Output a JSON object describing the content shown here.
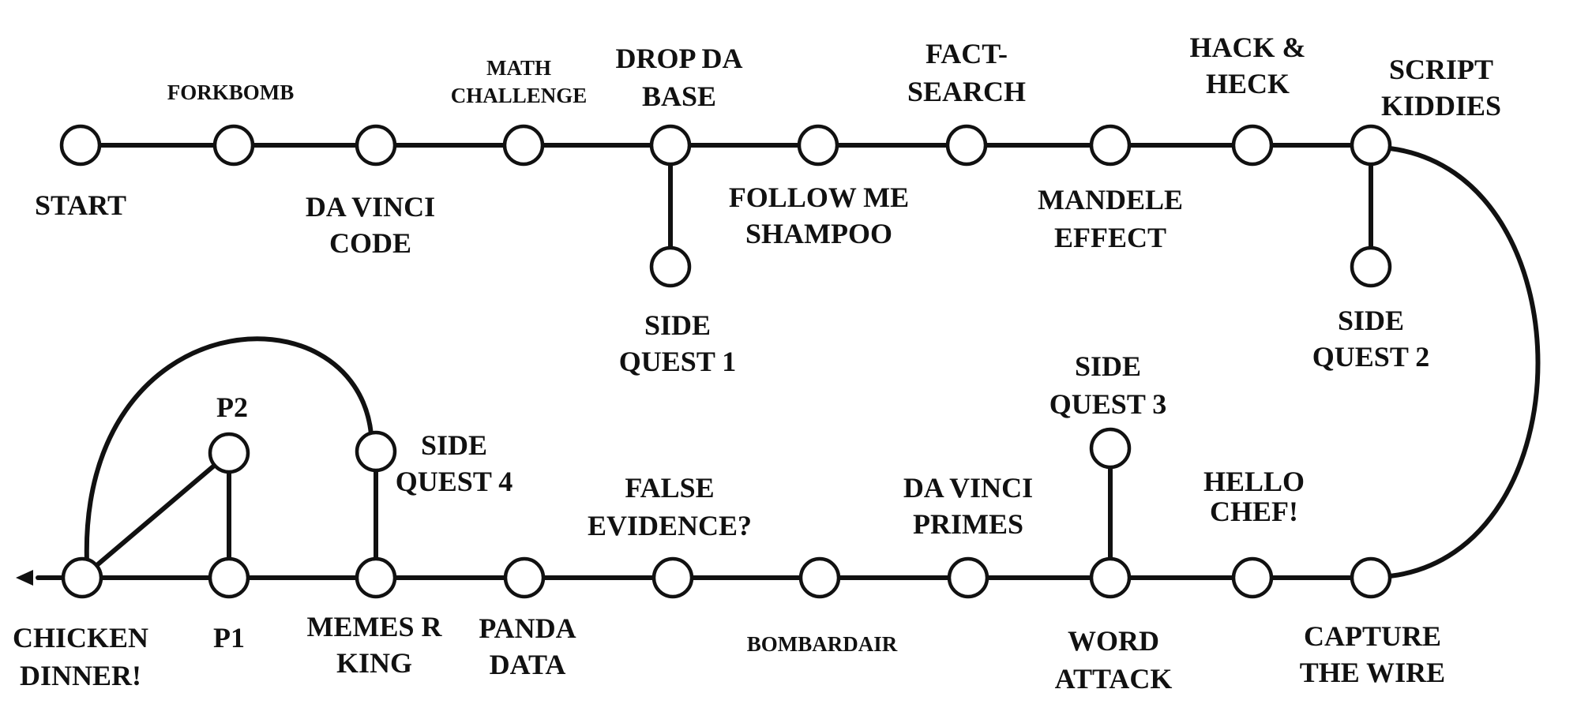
{
  "diagram": {
    "nodes": [
      {
        "id": "start",
        "lines": [
          "START"
        ]
      },
      {
        "id": "forkbomb",
        "lines": [
          "FORKBOMB"
        ]
      },
      {
        "id": "da-vinci-code",
        "lines": [
          "DA VINCI",
          "CODE"
        ]
      },
      {
        "id": "math-challenge",
        "lines": [
          "MATH",
          "CHALLENGE"
        ]
      },
      {
        "id": "drop-da-base",
        "lines": [
          "DROP DA",
          "BASE"
        ]
      },
      {
        "id": "follow-me-shampoo",
        "lines": [
          "FOLLOW ME",
          "SHAMPOO"
        ]
      },
      {
        "id": "fact-search",
        "lines": [
          "FACT-",
          "SEARCH"
        ]
      },
      {
        "id": "mandele-effect",
        "lines": [
          "MANDELE",
          "EFFECT"
        ]
      },
      {
        "id": "hack-and-heck",
        "lines": [
          "HACK &",
          "HECK"
        ]
      },
      {
        "id": "script-kiddies",
        "lines": [
          "SCRIPT",
          "KIDDIES"
        ]
      },
      {
        "id": "side-quest-1",
        "lines": [
          "SIDE",
          "QUEST 1"
        ]
      },
      {
        "id": "side-quest-2",
        "lines": [
          "SIDE",
          "QUEST 2"
        ]
      },
      {
        "id": "capture-the-wire",
        "lines": [
          "CAPTURE",
          "THE WIRE"
        ]
      },
      {
        "id": "hello-chef",
        "lines": [
          "HELLO",
          "CHEF!"
        ]
      },
      {
        "id": "word-attack",
        "lines": [
          "WORD",
          "ATTACK"
        ]
      },
      {
        "id": "side-quest-3",
        "lines": [
          "SIDE",
          "QUEST 3"
        ]
      },
      {
        "id": "da-vinci-primes",
        "lines": [
          "DA VINCI",
          "PRIMES"
        ]
      },
      {
        "id": "bombardair",
        "lines": [
          "BOMBARDAIR"
        ]
      },
      {
        "id": "false-evidence",
        "lines": [
          "FALSE",
          "EVIDENCE?"
        ]
      },
      {
        "id": "panda-data",
        "lines": [
          "PANDA",
          "DATA"
        ]
      },
      {
        "id": "memes-r-king",
        "lines": [
          "MEMES R",
          "KING"
        ]
      },
      {
        "id": "side-quest-4",
        "lines": [
          "SIDE",
          "QUEST 4"
        ]
      },
      {
        "id": "p1",
        "lines": [
          "P1"
        ]
      },
      {
        "id": "p2",
        "lines": [
          "P2"
        ]
      },
      {
        "id": "chicken-dinner",
        "lines": [
          "CHICKEN",
          "DINNER!"
        ]
      }
    ]
  }
}
